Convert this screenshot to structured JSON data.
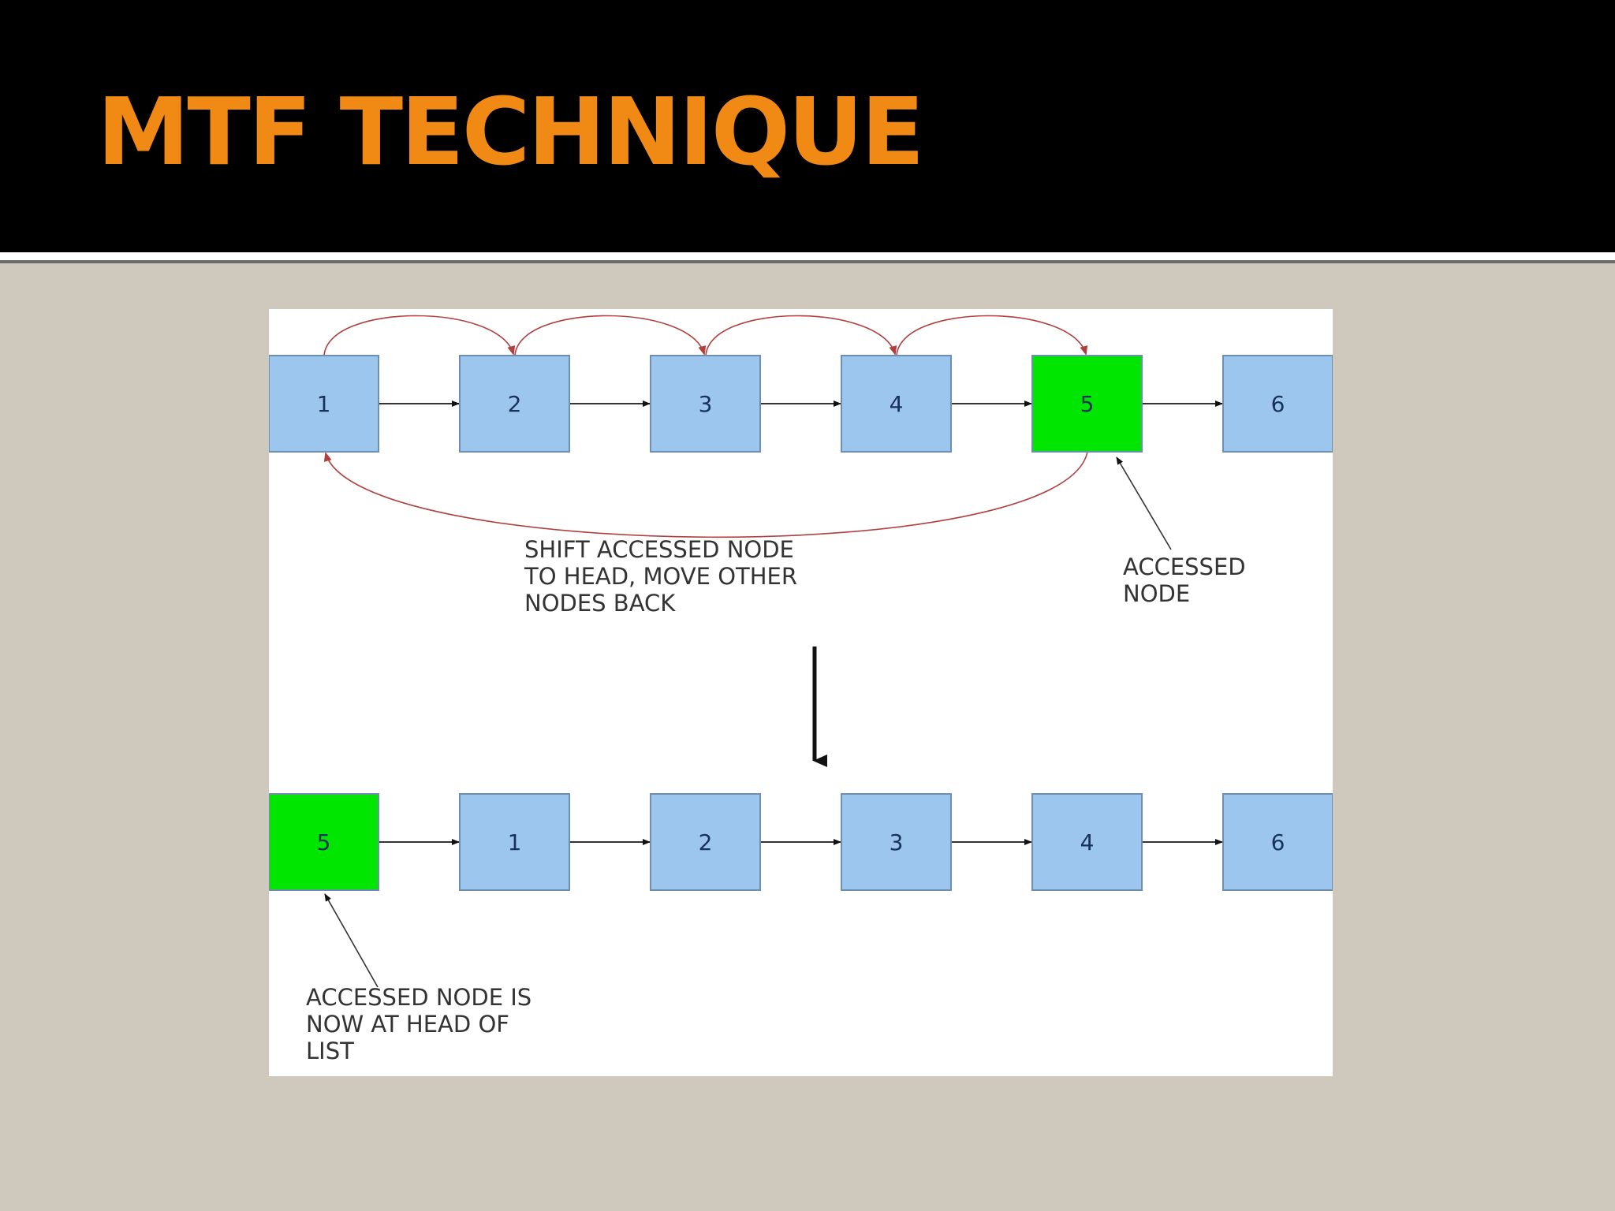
{
  "slide": {
    "title": "MTF TECHNIQUE"
  },
  "diagram": {
    "before_list": {
      "nodes": [
        {
          "label": "1",
          "accessed": false
        },
        {
          "label": "2",
          "accessed": false
        },
        {
          "label": "3",
          "accessed": false
        },
        {
          "label": "4",
          "accessed": false
        },
        {
          "label": "5",
          "accessed": true
        },
        {
          "label": "6",
          "accessed": false
        }
      ]
    },
    "after_list": {
      "nodes": [
        {
          "label": "5",
          "accessed": true
        },
        {
          "label": "1",
          "accessed": false
        },
        {
          "label": "2",
          "accessed": false
        },
        {
          "label": "3",
          "accessed": false
        },
        {
          "label": "4",
          "accessed": false
        },
        {
          "label": "6",
          "accessed": false
        }
      ]
    },
    "shift_note": [
      "SHIFT ACCESSED NODE",
      "TO HEAD, MOVE OTHER",
      "NODES BACK"
    ],
    "accessed_note": [
      "ACCESSED",
      "NODE"
    ],
    "head_note": [
      "ACCESSED NODE IS",
      "NOW AT HEAD OF",
      "LIST"
    ],
    "colors": {
      "node_fill": "#9cc6ee",
      "accessed_fill": "#00e600",
      "node_border": "#6f8fae",
      "curve": "#b04040",
      "title": "#f08a14"
    }
  }
}
